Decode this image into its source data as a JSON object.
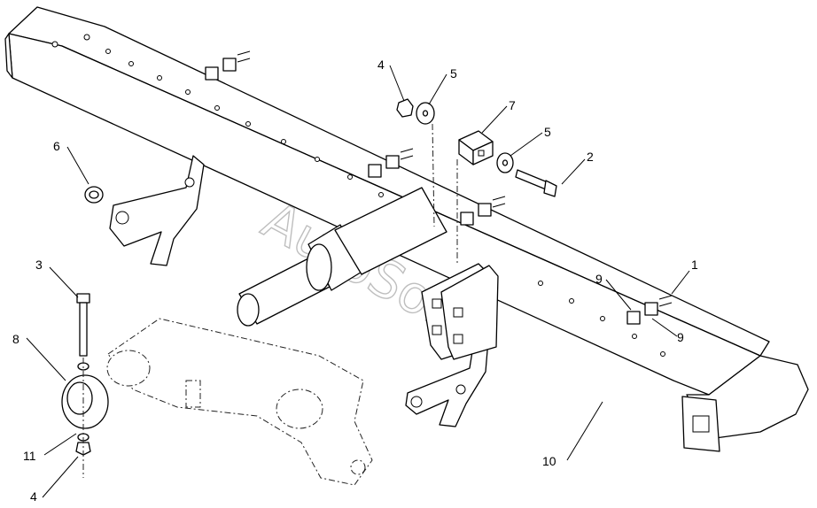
{
  "watermark": "AutoSoft",
  "callouts": [
    {
      "id": "c1",
      "text": "1"
    },
    {
      "id": "c2",
      "text": "2"
    },
    {
      "id": "c3",
      "text": "3"
    },
    {
      "id": "c4a",
      "text": "4"
    },
    {
      "id": "c4b",
      "text": "4"
    },
    {
      "id": "c5a",
      "text": "5"
    },
    {
      "id": "c5b",
      "text": "5"
    },
    {
      "id": "c6",
      "text": "6"
    },
    {
      "id": "c7",
      "text": "7"
    },
    {
      "id": "c8",
      "text": "8"
    },
    {
      "id": "c9a",
      "text": "9"
    },
    {
      "id": "c9b",
      "text": "9"
    },
    {
      "id": "c10",
      "text": "10"
    },
    {
      "id": "c11",
      "text": "11"
    }
  ]
}
